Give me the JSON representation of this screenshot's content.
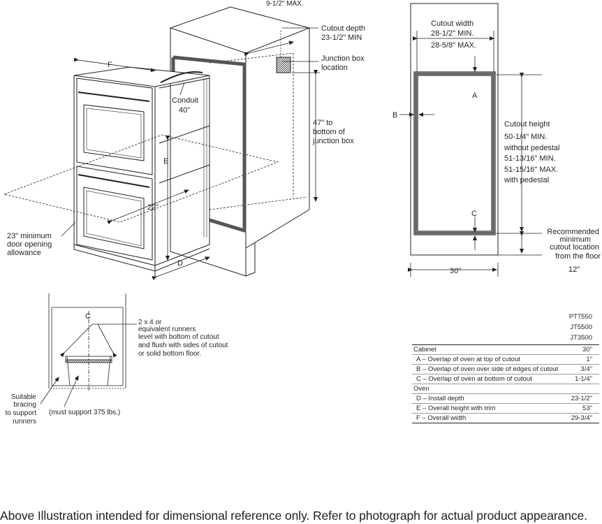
{
  "install_diagram": {
    "label_max": "9-1/2\" MAX.",
    "cutout_depth_1": "Cutout depth",
    "cutout_depth_2": "23-1/2\" MIN",
    "junction_1": "Junction box",
    "junction_2": "location",
    "jbottom_1": "47\" to",
    "jbottom_2": "bottom of",
    "jbottom_3": "junction box",
    "conduit_1": "Conduit",
    "conduit_2": "40\"",
    "dim_f": "F",
    "dim_e": "E",
    "dim_d": "D",
    "dim_22": "22\"",
    "door_1": "23\" minimum",
    "door_2": "door opening",
    "door_3": "allowance"
  },
  "cutout_diagram": {
    "width_1": "Cutout width",
    "width_2": "28-1/2\" MIN.",
    "width_3": "28-5/8\" MAX.",
    "label_a": "A",
    "label_b": "B",
    "label_c": "C",
    "height_1": "Cutout height",
    "height_2": "50-1/4\" MIN.",
    "height_3": "without pedestal",
    "height_4": "51-13/16\" MIN.",
    "height_5": "51-15/16\" MAX.",
    "height_6": "with pedestal",
    "rec_1": "Recommended",
    "rec_2": "minimum",
    "rec_3": "cutout location",
    "rec_4": "from the floor",
    "rec_value": "12\"",
    "width_30": "30\""
  },
  "runner_diagram": {
    "cl": "C",
    "runner_1": "2 x 4 or",
    "runner_2": "equivalent runners",
    "runner_3": "level with bottom of cutout",
    "runner_4": "and flush with sides of cutout",
    "runner_5": "or solid bottom floor.",
    "brace_1": "Suitable",
    "brace_2": "bracing",
    "brace_3": "to support",
    "brace_4": "runners",
    "support": "(must support 375 lbs.)"
  },
  "spec_table": {
    "models": [
      "PT7550",
      "JT5500",
      "JT3500"
    ],
    "rows": [
      {
        "label": "Cabinet",
        "value": "30\"",
        "indent": false
      },
      {
        "label": "A – Overlap of oven at top of cutout",
        "value": "1\"",
        "indent": true
      },
      {
        "label": "B – Overlap of oven over side of edges of cutout",
        "value": "3/4\"",
        "indent": true
      },
      {
        "label": "C – Overlap of oven at bottom of cutout",
        "value": "1-1/4\"",
        "indent": true
      },
      {
        "label": "Oven",
        "value": "",
        "indent": false
      },
      {
        "label": "D – Install depth",
        "value": "23-1/2\"",
        "indent": true
      },
      {
        "label": "E – Overall height with trim",
        "value": "53\"",
        "indent": true
      },
      {
        "label": "F – Overall width",
        "value": "29-3/4\"",
        "indent": true
      }
    ]
  },
  "footer": "Above Illustration intended for dimensional reference only. Refer to photograph for actual product appearance."
}
